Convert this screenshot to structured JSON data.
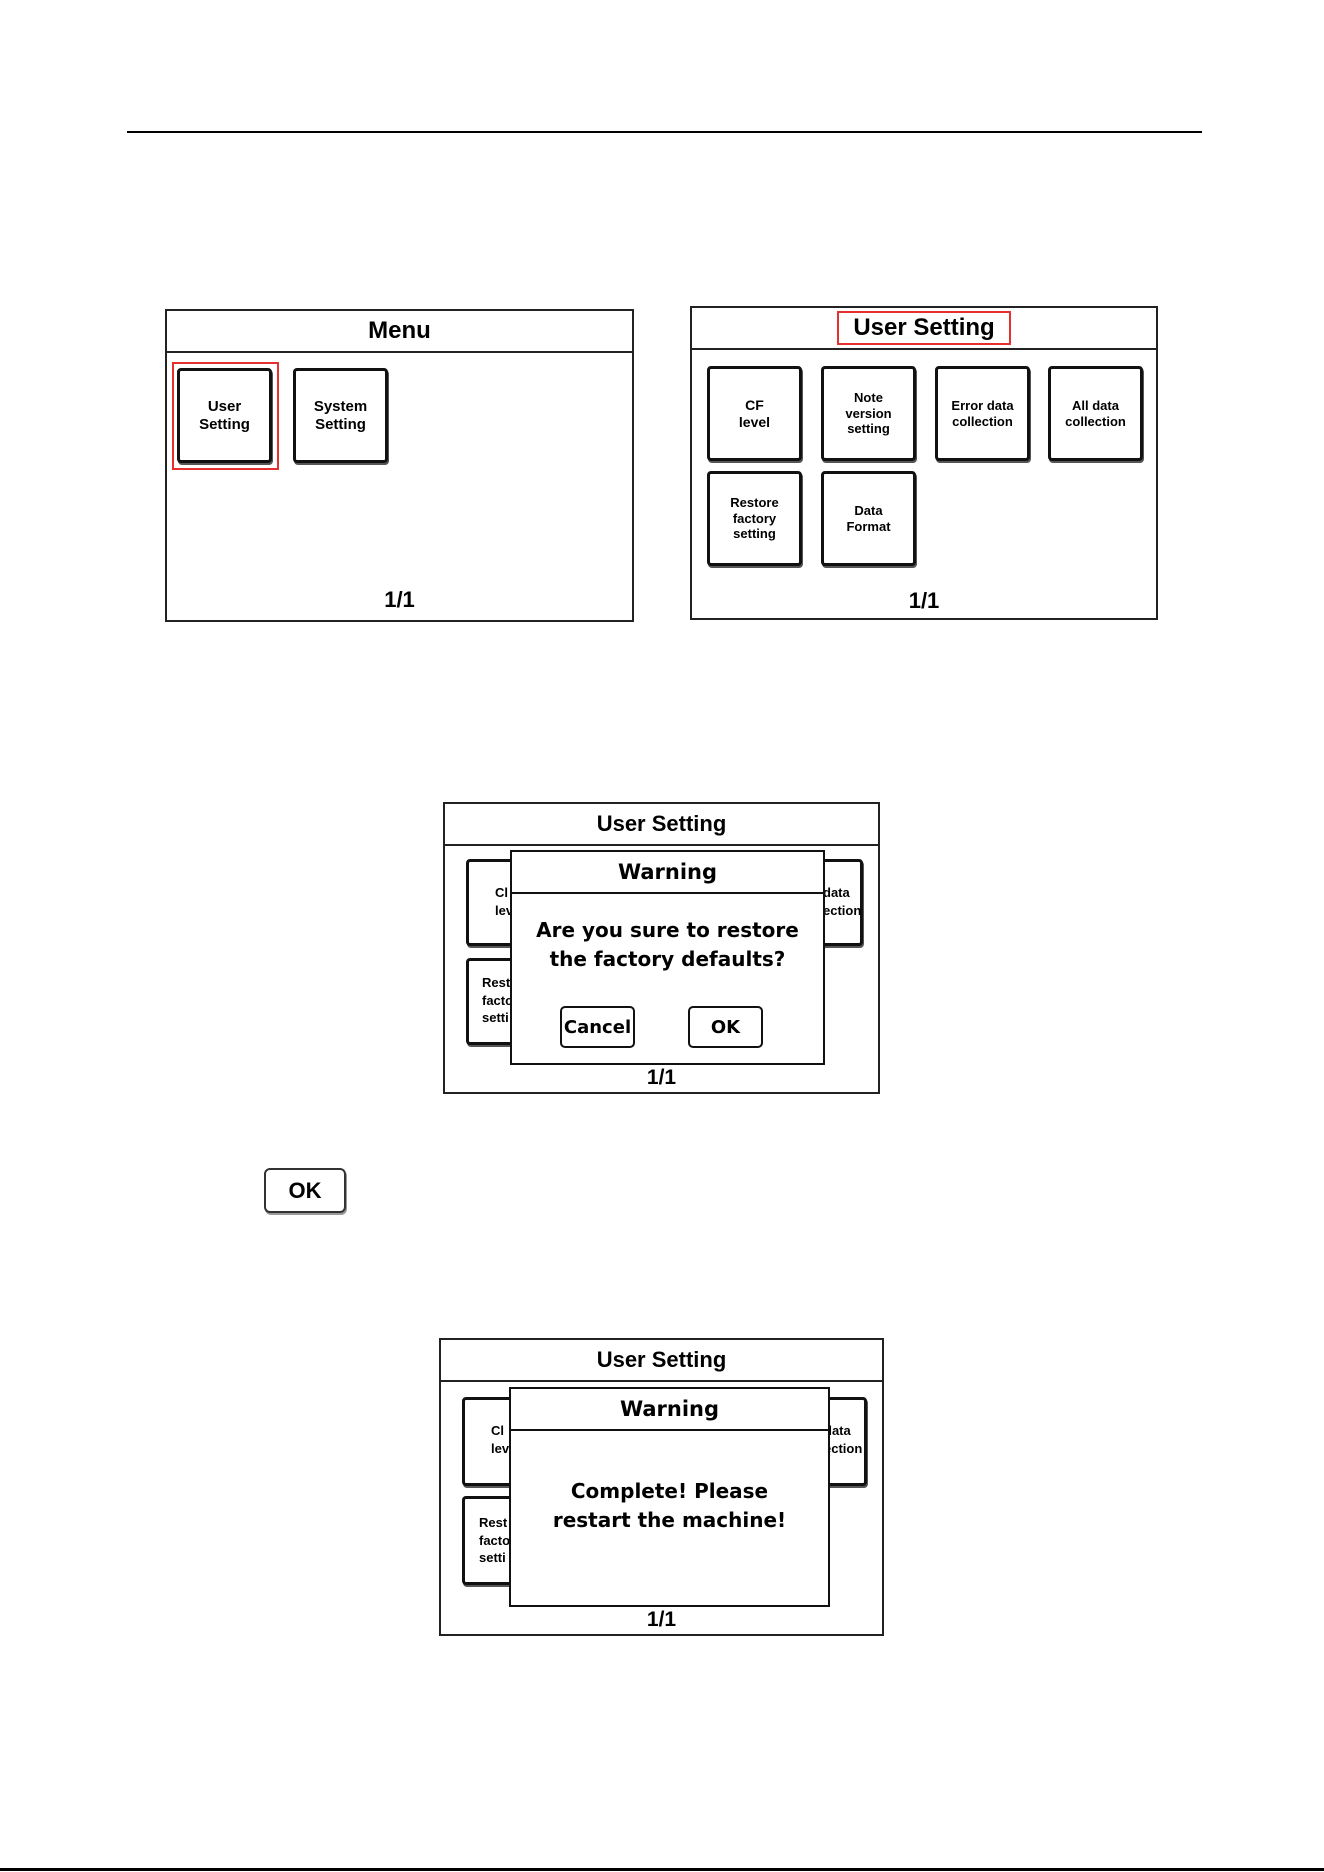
{
  "screen_menu": {
    "title": "Menu",
    "buttons": [
      {
        "label": "User\nSetting"
      },
      {
        "label": "System\nSetting"
      }
    ],
    "page": "1/1"
  },
  "screen_user_setting": {
    "title": "User Setting",
    "buttons": [
      {
        "label": "CF\nlevel"
      },
      {
        "label": "Note\nversion\nsetting"
      },
      {
        "label": "Error data\ncollection"
      },
      {
        "label": "All data\ncollection"
      },
      {
        "label": "Restore\nfactory\nsetting"
      },
      {
        "label": "Data\nFormat"
      }
    ],
    "page": "1/1"
  },
  "screen_confirm": {
    "title": "User Setting",
    "partials": {
      "left_top": "Cl\nlev",
      "right_top": "data\nection",
      "left_bottom": "Rest\nfacto\nsetti"
    },
    "dialog": {
      "title": "Warning",
      "message": "Are you sure to restore\nthe factory defaults?",
      "cancel_label": "Cancel",
      "ok_label": "OK"
    },
    "page": "1/1"
  },
  "standalone_ok_label": "OK",
  "screen_complete": {
    "title": "User Setting",
    "partials": {
      "left_top": "Cl\nlev",
      "right_top": "data\nection",
      "left_bottom": "Rest\nfacto\nsetti"
    },
    "dialog": {
      "title": "Warning",
      "message": "Complete! Please\nrestart the machine!"
    },
    "page": "1/1"
  }
}
